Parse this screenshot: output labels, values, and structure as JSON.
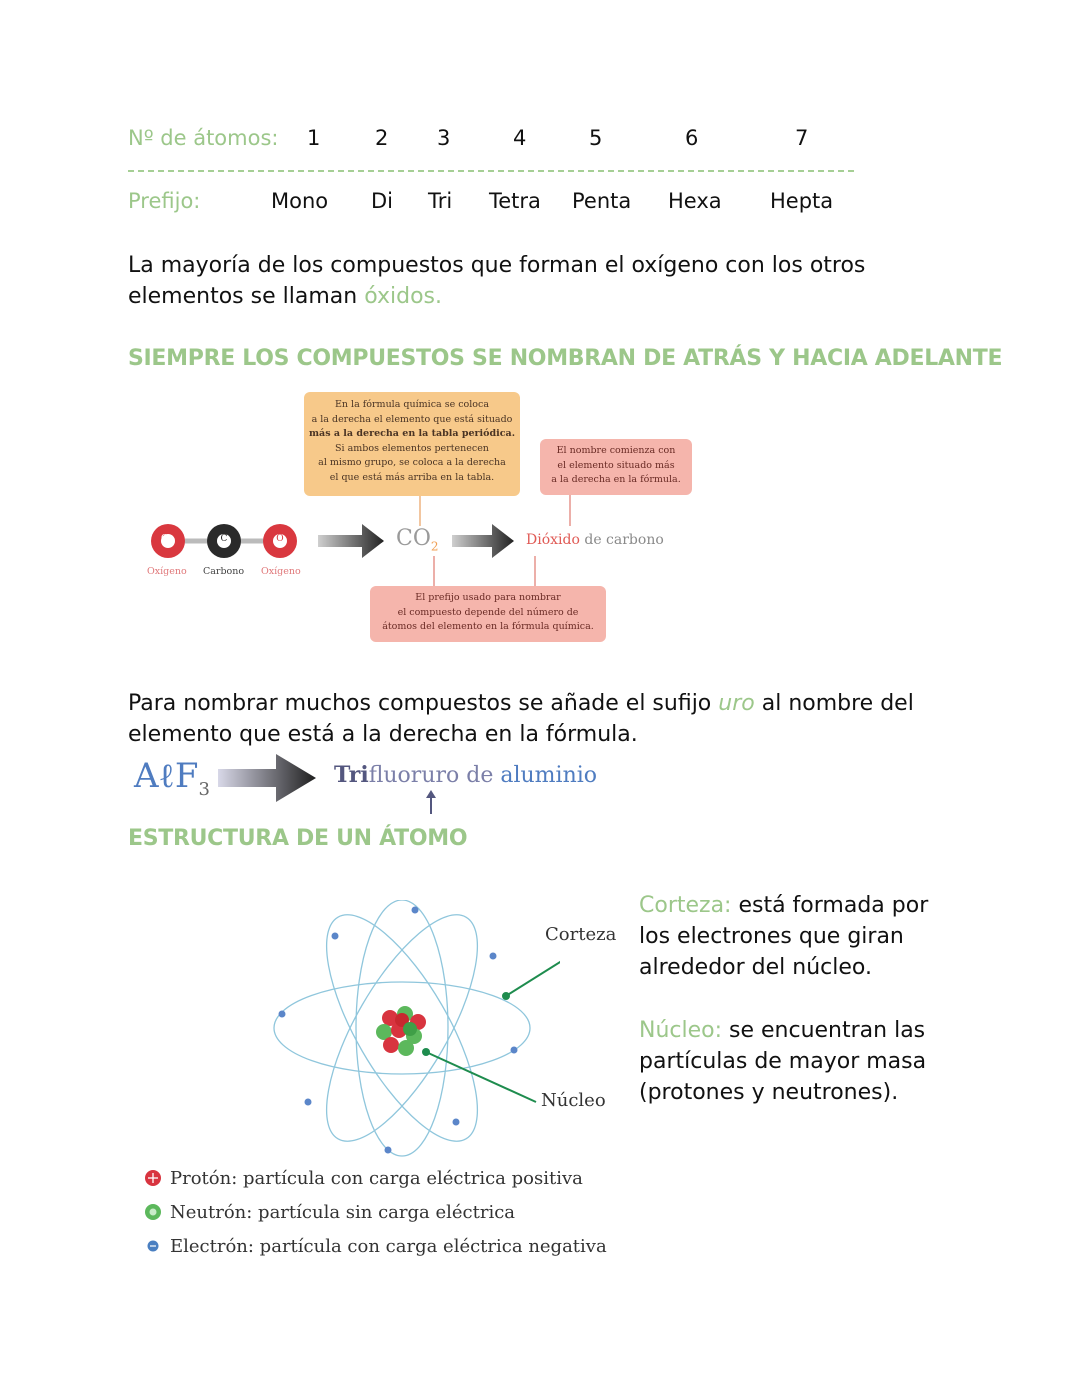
{
  "prefix_table": {
    "atoms_label": "Nº de átomos:",
    "numbers": [
      "1",
      "2",
      "3",
      "4",
      "5",
      "6",
      "7"
    ],
    "prefix_label": "Prefijo:",
    "prefixes": [
      "Mono",
      "Di",
      "Tri",
      "Tetra",
      "Penta",
      "Hexa",
      "Hepta"
    ]
  },
  "oxides": {
    "text_line1": "La mayoría de los compuestos que forman el oxígeno con los otros",
    "text_line2": "elementos se llaman",
    "highlight": "óxidos."
  },
  "heading_order": "SIEMPRE LOS COMPUESTOS SE NOMBRAN DE ATRÁS Y HACIA ADELANTE",
  "co2_diagram": {
    "orange_box_lines": [
      "En la fórmula química se coloca",
      "a la derecha el elemento que está situado",
      "más a la derecha en la tabla periódica.",
      "Si ambos elementos pertenecen",
      "al mismo grupo, se coloca a la derecha",
      "el que está más arriba en la tabla."
    ],
    "right_box_lines": [
      "El nombre comienza con",
      "el elemento situado más",
      "a la derecha en la fórmula."
    ],
    "bottom_box_lines": [
      "El prefijo usado para nombrar",
      "el compuesto depende del número de",
      "átomos del elemento en la fórmula química."
    ],
    "atom_letters": [
      "O",
      "C",
      "O"
    ],
    "atom_names": [
      "Oxígeno",
      "Carbono",
      "Oxígeno"
    ],
    "formula_main": "CO",
    "formula_sub": "2",
    "name_prefix": "Dióxido",
    "name_rest": " de carbono"
  },
  "suffix": {
    "line1_a": "Para nombrar muchos compuestos se añade el sufijo",
    "suffix_word": "uro",
    "line1_b": "al nombre del",
    "line2": "elemento que está a la derecha en la fórmula."
  },
  "alf3": {
    "formula": "AℓF",
    "formula_sub": "3",
    "name_prefix": "Tri",
    "name_mid": "fluoruro de ",
    "name_end": "aluminio"
  },
  "heading_atom": "ESTRUCTURA DE UN ÁTOMO",
  "atom_diagram": {
    "label_corteza": "Corteza",
    "label_nucleo": "Núcleo"
  },
  "atom_desc": {
    "corteza_term": "Corteza:",
    "corteza_line1": " está formada por",
    "corteza_line2": "los electrones que giran",
    "corteza_line3": "alrededor del núcleo.",
    "nucleo_term": "Núcleo:",
    "nucleo_line1": " se encuentran las",
    "nucleo_line2": "partículas de mayor masa",
    "nucleo_line3": "(protones y neutrones)."
  },
  "legend": [
    {
      "text": "Protón: partícula con carga eléctrica positiva",
      "color": "#d8343f"
    },
    {
      "text": "Neutrón: partícula sin carga eléctrica",
      "color": "#5cb85c"
    },
    {
      "text": "Electrón: partícula con carga eléctrica negativa",
      "color": "#4a7fc1"
    }
  ],
  "colors": {
    "accent_green": "#9cc78a",
    "orange_box": "#f7c98a",
    "pink_box": "#f5b5ac"
  }
}
